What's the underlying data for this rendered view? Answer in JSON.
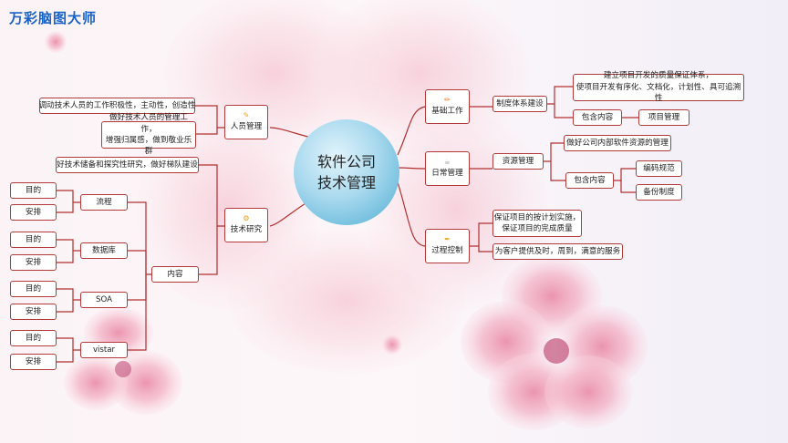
{
  "app": {
    "title": "万彩脑图大师"
  },
  "center": {
    "line1": "软件公司",
    "line2": "技术管理"
  },
  "icons": {
    "person": "hand-icon",
    "tech": "gear-icon",
    "base": "pencil-icon",
    "daily": "cup-icon",
    "process": "pen-icon"
  },
  "right": {
    "base": {
      "label": "基础工作",
      "system": {
        "label": "制度体系建设",
        "desc": {
          "line1": "建立项目开发的质量保证体系，",
          "line2": "使项目开发有序化、文档化，计划性、具可追溯性"
        },
        "contains": {
          "label": "包含内容",
          "item": "项目管理"
        }
      }
    },
    "daily": {
      "label": "日常管理",
      "resource": {
        "label": "资源管理",
        "desc": "做好公司内部软件资源的管理",
        "contains": {
          "label": "包含内容",
          "items": [
            "编码规范",
            "备份制度"
          ]
        }
      }
    },
    "process": {
      "label": "过程控制",
      "items": [
        {
          "line1": "保证项目的按计划实施，",
          "line2": "保证项目的完成质量"
        },
        {
          "line1": "为客户提供及时，周到，满意的服务"
        }
      ]
    }
  },
  "left": {
    "person": {
      "label": "人员管理",
      "items": [
        {
          "line1": "调动技术人员的工作积极性，主动性，创造性"
        },
        {
          "line1": "做好技术人员的管理工作，",
          "line2": "增强归属感，做到敬业乐群"
        }
      ]
    },
    "tech": {
      "label": "技术研究",
      "desc": "好技术储备和探究性研究，做好梯队建设",
      "content": {
        "label": "内容",
        "groups": [
          {
            "label": "流程",
            "items": [
              "目的",
              "安排"
            ]
          },
          {
            "label": "数据库",
            "items": [
              "目的",
              "安排"
            ]
          },
          {
            "label": "SOA",
            "items": [
              "目的",
              "安排"
            ]
          },
          {
            "label": "vistar",
            "items": [
              "目的",
              "安排"
            ]
          }
        ]
      }
    }
  },
  "colors": {
    "line": "#b03030",
    "border": "#b33a3a",
    "brand": "#1a63c6"
  }
}
